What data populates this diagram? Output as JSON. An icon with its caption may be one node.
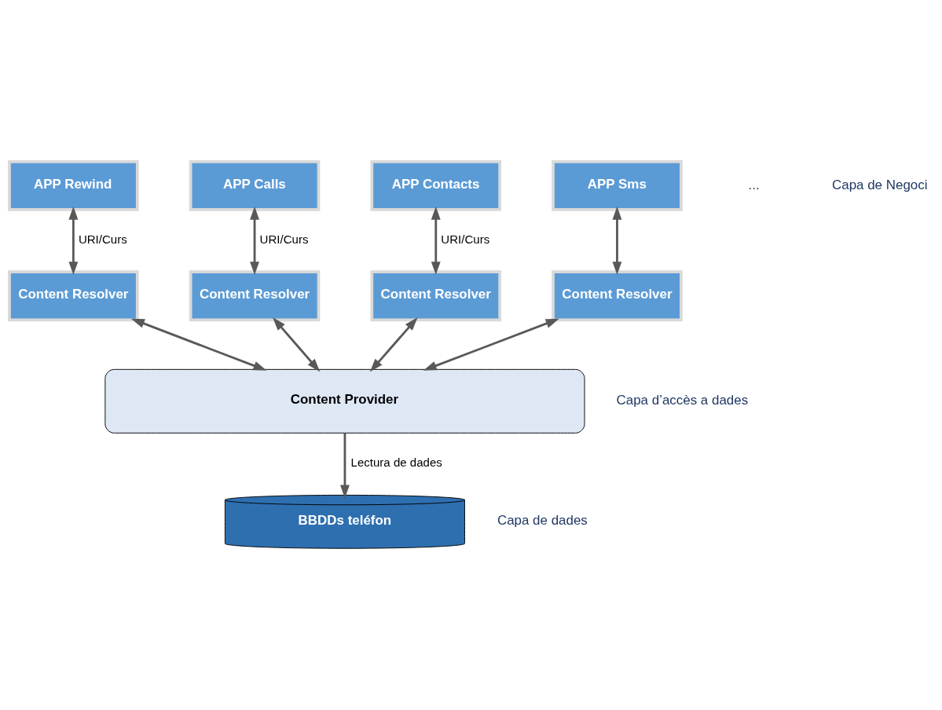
{
  "diagram": {
    "nodes": [
      {
        "text": [
          "APP Rewind"
        ]
      },
      {
        "text": [
          "APP Calls"
        ]
      },
      {
        "text": [
          "APP Contacts"
        ]
      },
      {
        "text": [
          "APP Sms"
        ]
      },
      {
        "text": [
          "Content Resolver"
        ]
      },
      {
        "text": [
          "Content Resolver"
        ]
      },
      {
        "text": [
          "Content Resolver"
        ]
      },
      {
        "text": [
          "Content Resolver"
        ]
      },
      {
        "text": [
          "Content Provider"
        ]
      },
      {
        "text": [
          "BBDDs teléfon"
        ]
      }
    ],
    "edges": [
      {
        "from": 0,
        "to": 4,
        "arrow": "both",
        "label": "URI/Curs"
      },
      {
        "from": 1,
        "to": 5,
        "arrow": "both",
        "label": "URI/Curs"
      },
      {
        "from": 2,
        "to": 6,
        "arrow": "both",
        "label": "URI/Curs"
      },
      {
        "from": 3,
        "to": 7,
        "arrow": "both"
      },
      {
        "from": 4,
        "to": 8,
        "arrow": "both"
      },
      {
        "from": 5,
        "to": 8,
        "arrow": "both"
      },
      {
        "from": 6,
        "to": 8,
        "arrow": "both"
      },
      {
        "from": 7,
        "to": 8,
        "arrow": "both"
      },
      {
        "from": 8,
        "to": 9,
        "arrow": "to",
        "label": "Lectura de dades"
      }
    ],
    "labels": [
      "...",
      "Capa de Negoci",
      "Capa d’accès a dades",
      "Capa de dades"
    ]
  }
}
